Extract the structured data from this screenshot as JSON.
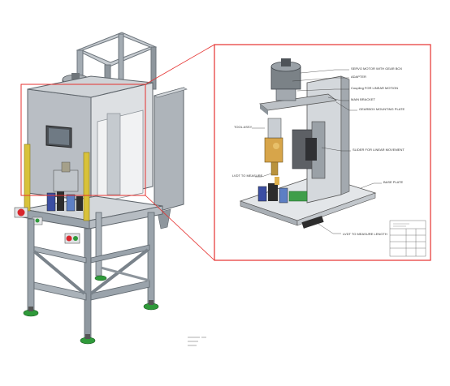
{
  "machine": {
    "stand_color": "#9aa3ab",
    "cabinet_color": "#b9bec4",
    "foot_color": "#2f9a3a",
    "light_curtain_color": "#d8c23a",
    "estop_color": "#d9262c",
    "highlight_box_color": "#e5312f"
  },
  "detail": {
    "frame_color": "#e5312f",
    "callouts": [
      "SERVO MOTOR WITH GEAR BOX",
      "ADAPTER",
      "Coupling FOR LINEAR MOTION",
      "MAIN BRACKET",
      "GEARBOX MOUNTING PLATE",
      "TOOL ASSY",
      "SLIDER FOR LINEAR MOVEMENT",
      "BASE PLATE",
      "LVDT TO MEASURE",
      "LVDT TO MEASURE LENGTH"
    ],
    "title_block_rows": [
      "",
      "",
      "",
      "",
      "",
      ""
    ]
  },
  "footnote": {
    "lines": [
      "",
      "",
      ""
    ]
  }
}
